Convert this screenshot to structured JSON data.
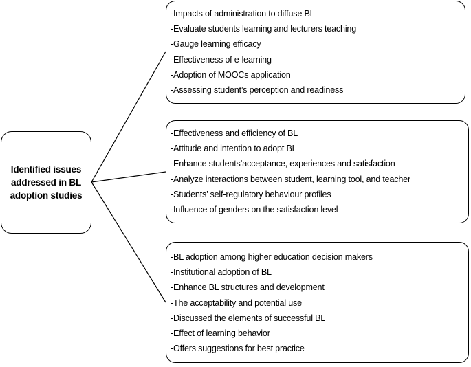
{
  "root": {
    "label_lines": [
      "Identified issues",
      "addressed in BL",
      "adoption studies"
    ]
  },
  "groups": [
    {
      "items": [
        "-Impacts of administration to diffuse BL",
        "-Evaluate students learning and lecturers teaching",
        "-Gauge learning efficacy",
        "-Effectiveness of e-learning",
        "-Adoption of MOOCs application",
        "-Assessing student’s perception and readiness"
      ]
    },
    {
      "items": [
        "-Effectiveness and efficiency of BL",
        "-Attitude and intention to adopt BL",
        "-Enhance students’acceptance, experiences and satisfaction",
        "-Analyze interactions between student, learning tool, and teacher",
        "-Students’ self-regulatory behaviour profiles",
        "-Influence of genders on the satisfaction level"
      ]
    },
    {
      "items": [
        "-BL adoption among higher education decision makers",
        "-Institutional adoption of BL",
        "-Enhance BL structures and development",
        "-The acceptability and potential use",
        "-Discussed the elements of successful BL",
        "-Effect of learning behavior",
        "-Offers suggestions for best practice"
      ]
    }
  ],
  "colors": {
    "border": "#000000",
    "text": "#000000",
    "background": "#ffffff"
  }
}
